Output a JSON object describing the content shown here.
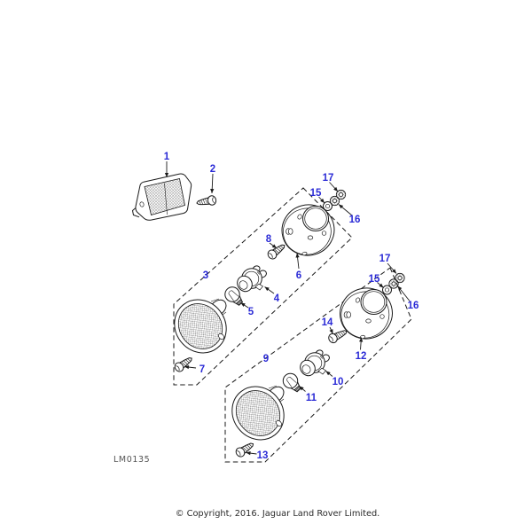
{
  "diagram": {
    "background_color": "#ffffff",
    "line_color": "#1a1a1a",
    "accent_color": "#2b2bd6",
    "drawing_code": "LM0135",
    "footer_text": "© Copyright, 2016. Jaguar Land Rover Limited.",
    "callouts": {
      "p1": "1",
      "p2": "2",
      "p3": "3",
      "p4": "4",
      "p5": "5",
      "p6": "6",
      "p7": "7",
      "p8": "8",
      "p9": "9",
      "p10": "10",
      "p11": "11",
      "p12": "12",
      "p13": "13",
      "p14": "14",
      "p15": "15",
      "p16": "16",
      "p17": "17"
    }
  }
}
